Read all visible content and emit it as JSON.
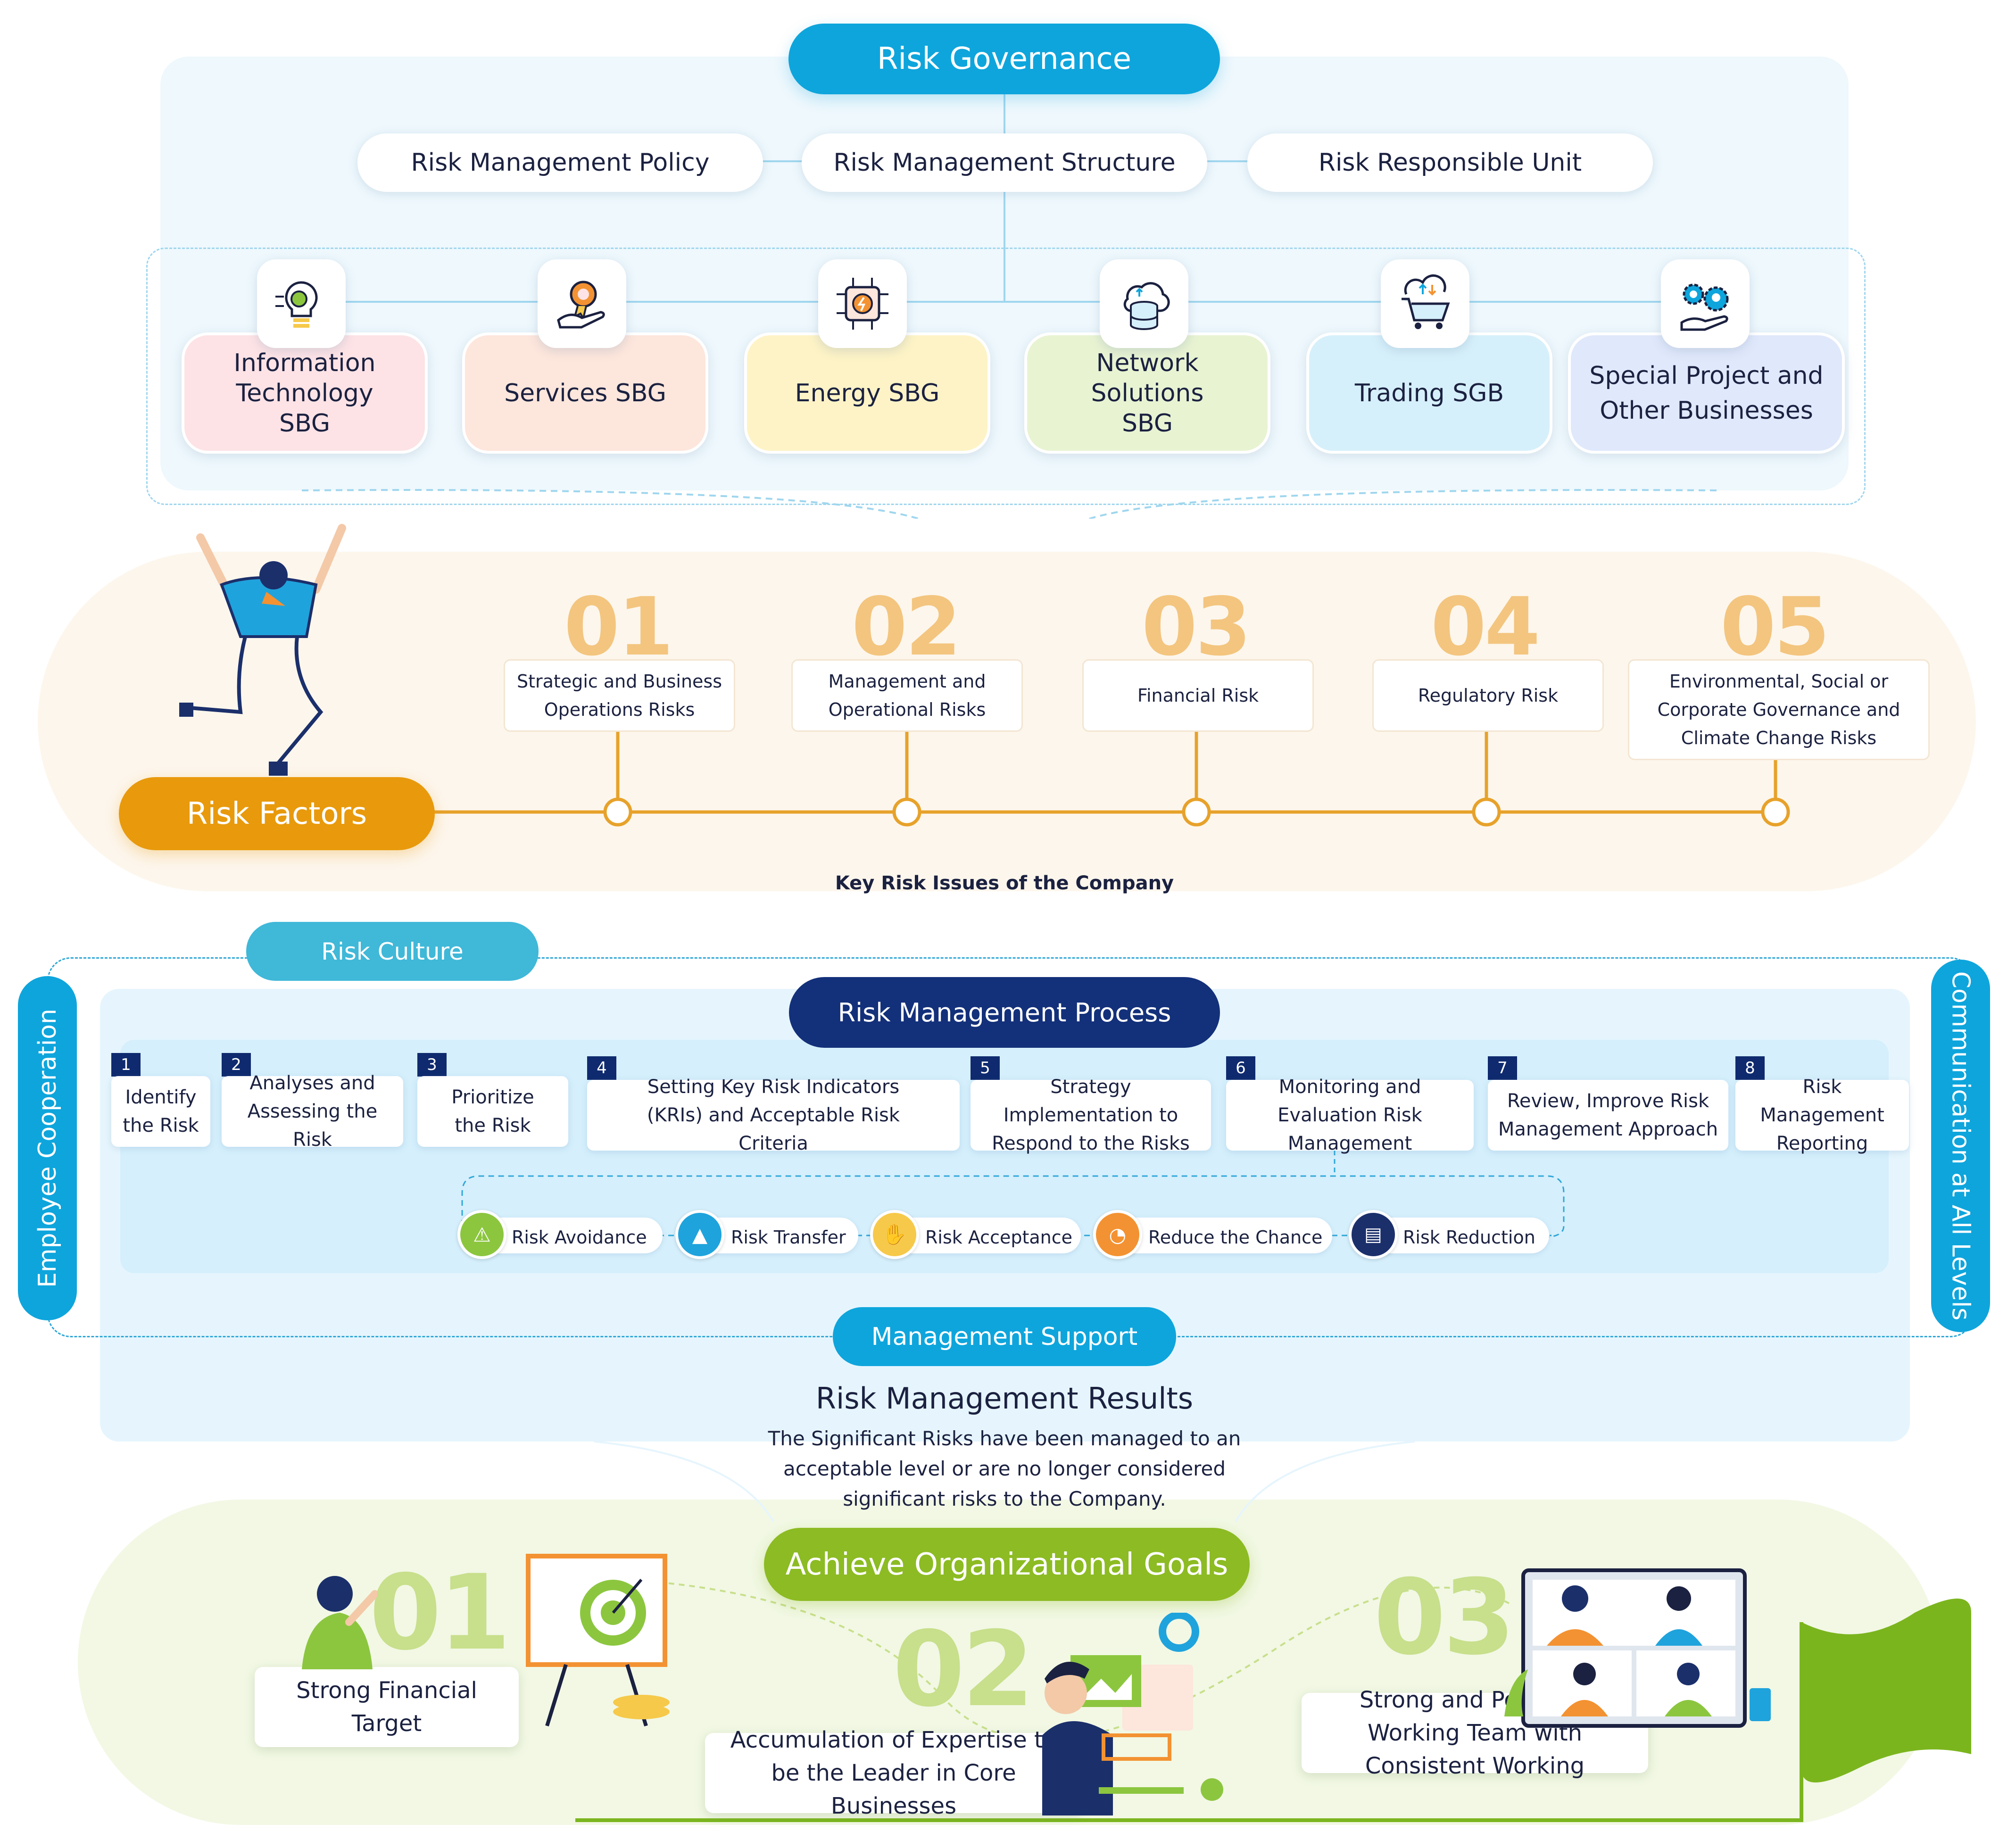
{
  "governance": {
    "title": "Risk Governance",
    "items": [
      "Risk Management Policy",
      "Risk Management Structure",
      "Risk Responsible Unit"
    ]
  },
  "units": [
    {
      "label": "Information Technology SBG",
      "icon": "lightbulb-gear-icon",
      "color": "#fde3e6"
    },
    {
      "label": "Services SBG",
      "icon": "hand-award-icon",
      "color": "#fde6dc"
    },
    {
      "label": "Energy SBG",
      "icon": "energy-chip-icon",
      "color": "#fdf3c6"
    },
    {
      "label": "Network Solutions SBG",
      "icon": "cloud-database-icon",
      "color": "#e8f3d2"
    },
    {
      "label": "Trading SGB",
      "icon": "cart-icon",
      "color": "#d6f0fb"
    },
    {
      "label": "Special Project and Other Businesses",
      "icon": "gears-hand-icon",
      "color": "#e0e8fb"
    }
  ],
  "risk_factors": {
    "title": "Risk Factors",
    "caption": "Key Risk Issues of the Company",
    "items": [
      {
        "num": "01",
        "label": "Strategic and Business Operations Risks"
      },
      {
        "num": "02",
        "label": "Management and Operational Risks"
      },
      {
        "num": "03",
        "label": "Financial Risk"
      },
      {
        "num": "04",
        "label": "Regulatory Risk"
      },
      {
        "num": "05",
        "label": "Environmental, Social or Corporate Governance and Climate Change Risks"
      }
    ]
  },
  "process": {
    "culture": "Risk Culture",
    "title": "Risk Management Process",
    "left_side": "Employee Cooperation",
    "right_side": "Communication at All Levels",
    "support": "Management Support",
    "steps": [
      {
        "num": "1",
        "label": "Identify the Risk"
      },
      {
        "num": "2",
        "label": "Analyses and Assessing the Risk"
      },
      {
        "num": "3",
        "label": "Prioritize the Risk"
      },
      {
        "num": "4",
        "label": "Setting Key Risk Indicators (KRIs) and Acceptable Risk Criteria"
      },
      {
        "num": "5",
        "label": "Strategy Implementation to Respond to the Risks"
      },
      {
        "num": "6",
        "label": "Monitoring and Evaluation Risk Management"
      },
      {
        "num": "7",
        "label": "Review, Improve Risk Management Approach"
      },
      {
        "num": "8",
        "label": "Risk Management Reporting"
      }
    ],
    "treatments": [
      {
        "label": "Risk Avoidance",
        "icon": "warning-house-icon",
        "color": "#8cc63f"
      },
      {
        "label": "Risk Transfer",
        "icon": "warning-triangle-icon",
        "color": "#1fa3dc"
      },
      {
        "label": "Risk Acceptance",
        "icon": "handshake-icon",
        "color": "#f6c94a"
      },
      {
        "label": "Reduce the Chance",
        "icon": "gauge-icon",
        "color": "#f39232"
      },
      {
        "label": "Risk Reduction",
        "icon": "document-search-icon",
        "color": "#1b2f6b"
      }
    ]
  },
  "results": {
    "title": "Risk Management Results",
    "text": "The Significant Risks have been managed to an acceptable level or are no longer considered significant risks to the Company."
  },
  "goals": {
    "title": "Achieve Organizational Goals",
    "items": [
      {
        "num": "01",
        "label": "Strong Financial Target"
      },
      {
        "num": "02",
        "label": "Accumulation of Expertise to be the Leader in Core Businesses"
      },
      {
        "num": "03",
        "label": "Strong and Potential Working Team with Consistent Working"
      }
    ]
  }
}
